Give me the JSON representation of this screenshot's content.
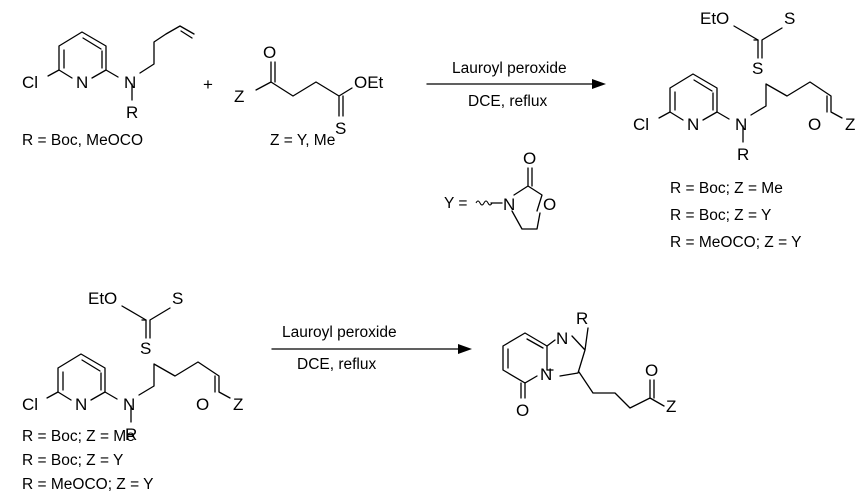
{
  "scheme": {
    "plus": "+",
    "arrow1": {
      "above": "Lauroyl peroxide",
      "below": "DCE, reflux"
    },
    "arrow2": {
      "above": "Lauroyl peroxide",
      "below": "DCE, reflux"
    },
    "reactant1": {
      "caption": "R = Boc, MeOCO"
    },
    "reactant2": {
      "caption": "Z = Y, Me"
    },
    "y_definition": "Y =",
    "product1": {
      "captions": [
        "R = Boc; Z = Me",
        "R = Boc; Z = Y",
        "R = MeOCO; Z = Y"
      ]
    },
    "product2": {
      "captions": [
        "R = Boc; Z = Me",
        "R = Boc; Z = Y",
        "R = MeOCO; Z = Y"
      ]
    },
    "atoms": {
      "Cl": "Cl",
      "N": "N",
      "R": "R",
      "O": "O",
      "S": "S",
      "Z": "Z",
      "OEt": "OEt",
      "EtO": "EtO"
    }
  }
}
